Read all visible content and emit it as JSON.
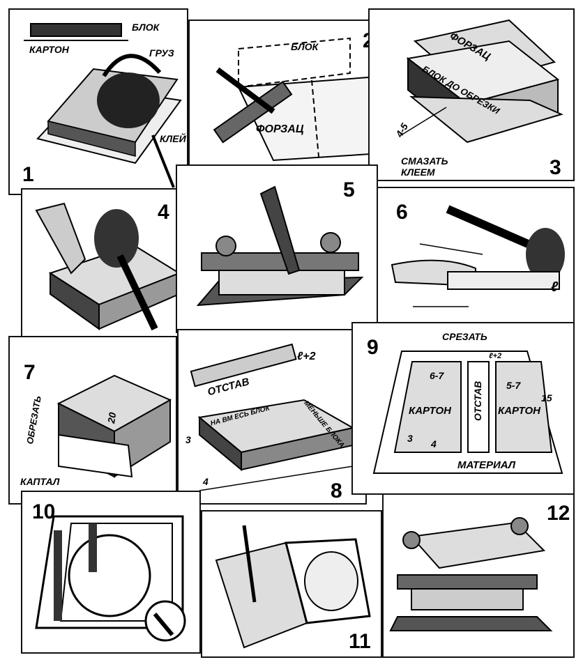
{
  "panels": [
    {
      "number": "1",
      "labels": {
        "block": "БЛОК",
        "cardboard": "КАРТОН",
        "weight": "ГРУЗ",
        "glue": "КЛЕЙ"
      }
    },
    {
      "number": "2",
      "labels": {
        "block": "БЛОК",
        "endpaper": "ФОРЗАЦ"
      }
    },
    {
      "number": "3",
      "labels": {
        "endpaper": "ФОРЗАЦ",
        "block_before_trim": "БЛОК ДО ОБРЕЗКИ",
        "margin": "4-5",
        "glue_line1": "СМАЗАТЬ",
        "glue_line2": "КЛЕЕМ"
      }
    },
    {
      "number": "4",
      "labels": {}
    },
    {
      "number": "5",
      "labels": {}
    },
    {
      "number": "6",
      "labels": {
        "l": "ℓ"
      }
    },
    {
      "number": "7",
      "labels": {
        "trim": "ОБРЕЗАТЬ",
        "size": "20",
        "headband": "КАПТАЛ"
      }
    },
    {
      "number": "8",
      "labels": {
        "spine": "ОТСТАВ",
        "l_plus_2": "ℓ+2",
        "block_thickness": "НА ВМ ЕСЬ БЛОК",
        "minus_block": "МЕНЬШЕ БЛОКА",
        "three": "3",
        "four": "4"
      }
    },
    {
      "number": "9",
      "labels": {
        "cut": "СРЕЗАТЬ",
        "l_plus_2": "ℓ+2",
        "gap_left": "6-7",
        "gap_right": "5-7",
        "fifteen": "15",
        "cardboard_left": "КАРТОН",
        "spine": "ОТСТАВ",
        "cardboard_right": "КАРТОН",
        "material": "МАТЕРИАЛ",
        "three": "3",
        "four": "4"
      }
    },
    {
      "number": "10",
      "labels": {}
    },
    {
      "number": "11",
      "labels": {}
    },
    {
      "number": "12",
      "labels": {}
    }
  ]
}
